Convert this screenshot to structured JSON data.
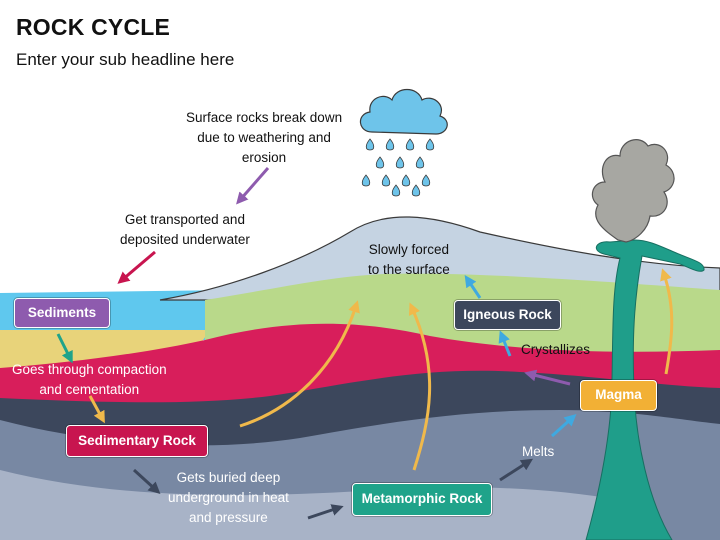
{
  "header": {
    "title": "ROCK CYCLE",
    "subtitle": "Enter your sub headline here"
  },
  "annotations": {
    "weathering": [
      "Surface rocks break down",
      "due to weathering and",
      "erosion"
    ],
    "transport": [
      "Get transported and",
      "deposited underwater"
    ],
    "uplift": [
      "Slowly forced",
      "to the surface"
    ],
    "compaction": [
      "Goes through compaction",
      "and cementation"
    ],
    "burial": [
      "Gets buried deep",
      "underground in heat",
      "and pressure"
    ],
    "crystallizes": "Crystallizes",
    "melts": "Melts"
  },
  "stages": {
    "sediments": {
      "label": "Sediments",
      "color": "#8E5BAE"
    },
    "sedimentary": {
      "label": "Sedimentary Rock",
      "color": "#C8154F"
    },
    "metamorphic": {
      "label": "Metamorphic Rock",
      "color": "#1FA38A"
    },
    "igneous": {
      "label": "Igneous Rock",
      "color": "#3C475C"
    },
    "magma": {
      "label": "Magma",
      "color": "#F2B035"
    }
  },
  "colors": {
    "sky_water": "#5FC8EE",
    "sand": "#E8D37A",
    "mountain": "#C5D3E2",
    "green_layer": "#B9D98A",
    "red_layer": "#D81E5B",
    "dark_layer": "#3C475C",
    "slate_layer": "#7888A3",
    "deep_layer": "#A8B3C7",
    "volcano": "#1F9E8A",
    "smoke": "#A7A7A2",
    "cloud": "#6EC4EA",
    "arrow_yellow": "#F0B94B",
    "arrow_dark": "#3C475C",
    "arrow_purple": "#8E5BAE",
    "arrow_crimson": "#C8154F",
    "arrow_teal": "#1FA38A",
    "arrow_blue": "#3FA9E0"
  }
}
